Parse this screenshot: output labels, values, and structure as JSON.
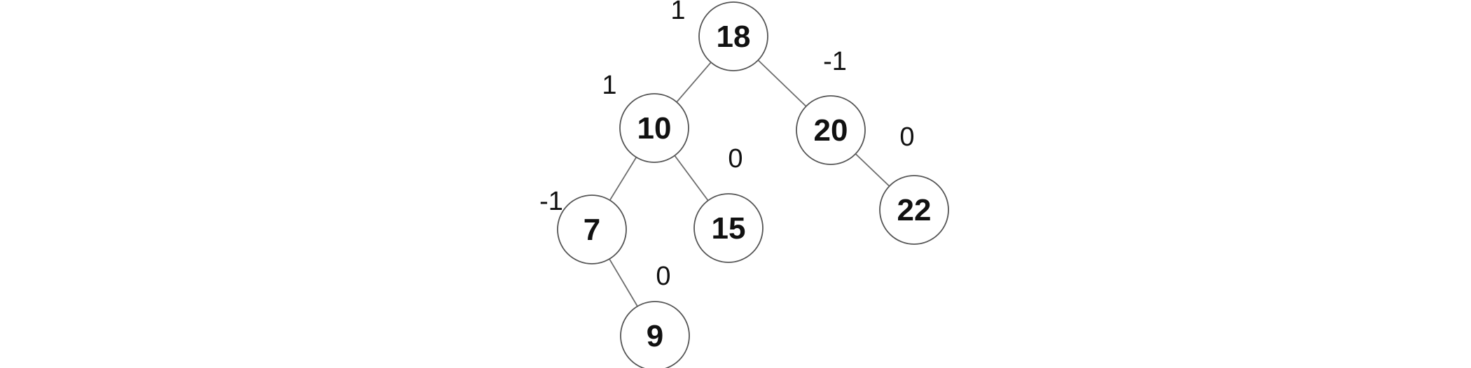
{
  "diagram": {
    "type": "binary-tree",
    "description": "AVL binary search tree with balance factors annotated beside each node",
    "background_color": "#ffffff",
    "colors": {
      "node_fill": "#ffffff",
      "node_stroke": "#555555",
      "edge_stroke": "#6e6e6e",
      "text": "#111111"
    },
    "nodes": [
      {
        "value": "18",
        "balance_factor": "1",
        "parent": null,
        "side": "root"
      },
      {
        "value": "10",
        "balance_factor": "1",
        "parent": "18",
        "side": "left"
      },
      {
        "value": "20",
        "balance_factor": "-1",
        "parent": "18",
        "side": "right"
      },
      {
        "value": "7",
        "balance_factor": "-1",
        "parent": "10",
        "side": "left"
      },
      {
        "value": "15",
        "balance_factor": "0",
        "parent": "10",
        "side": "right"
      },
      {
        "value": "22",
        "balance_factor": "0",
        "parent": "20",
        "side": "right"
      },
      {
        "value": "9",
        "balance_factor": "0",
        "parent": "7",
        "side": "right"
      }
    ],
    "edges": [
      {
        "from": "18",
        "to": "10"
      },
      {
        "from": "18",
        "to": "20"
      },
      {
        "from": "10",
        "to": "7"
      },
      {
        "from": "10",
        "to": "15"
      },
      {
        "from": "20",
        "to": "22"
      },
      {
        "from": "7",
        "to": "9"
      }
    ]
  }
}
